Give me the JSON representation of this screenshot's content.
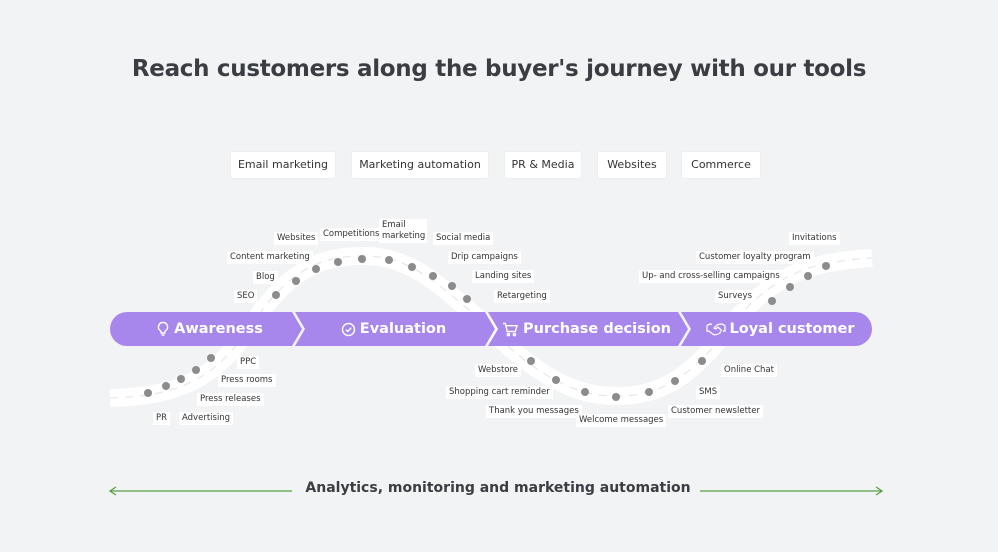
{
  "title": "Reach customers along the buyer's journey with our tools",
  "tabs": [
    "Email marketing",
    "Marketing automation",
    "PR & Media",
    "Websites",
    "Commerce"
  ],
  "stages": [
    "Awareness",
    "Evaluation",
    "Purchase decision",
    "Loyal customer"
  ],
  "touchpoints": {
    "seo": "SEO",
    "blog": "Blog",
    "content_marketing": "Content marketing",
    "websites": "Websites",
    "competitions": "Competitions",
    "email_marketing": "Email marketing",
    "social_media": "Social media",
    "drip_campaigns": "Drip campaigns",
    "landing_sites": "Landing sites",
    "retargeting": "Retargeting",
    "ppc": "PPC",
    "press_rooms": "Press rooms",
    "press_releases": "Press releases",
    "pr": "PR",
    "advertising": "Advertising",
    "webstore": "Webstore",
    "shopping_cart_reminder": "Shopping cart reminder",
    "thank_you_messages": "Thank you messages",
    "welcome_messages": "Welcome messages",
    "customer_newsletter": "Customer newsletter",
    "sms": "SMS",
    "online_chat": "Online Chat",
    "surveys": "Surveys",
    "upsell": "Up- and cross-selling campaigns",
    "loyalty_program": "Customer loyalty program",
    "invitations": "Invitations"
  },
  "bottom_label": "Analytics, monitoring and marketing automation",
  "colors": {
    "stage_bar": "#a787ec",
    "arrow_line": "#5aa045",
    "dot": "#8c8c8c",
    "path": "#ffffff",
    "background": "#f1f3f5"
  },
  "icons": [
    "lightbulb-icon",
    "check-circle-icon",
    "shopping-cart-icon",
    "handshake-icon"
  ]
}
